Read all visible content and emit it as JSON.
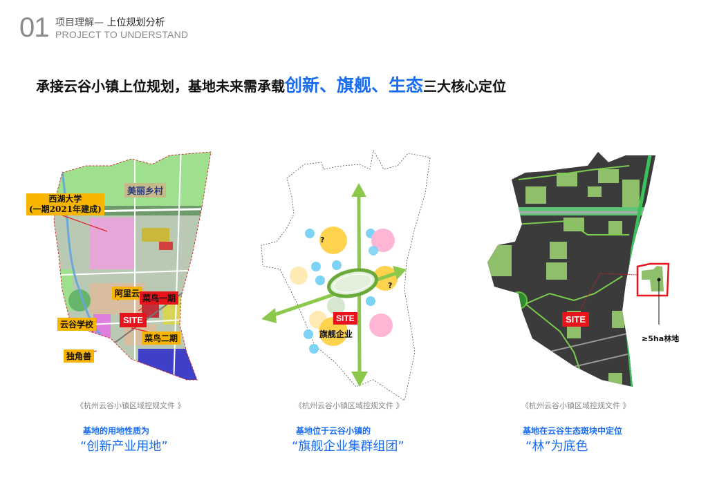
{
  "header": {
    "number": "01",
    "title_prefix": "项目理解—",
    "title_main": " 上位规划分析",
    "subtitle_en": "PROJECT TO UNDERSTAND"
  },
  "headline": {
    "part1": "承接云谷小镇上位规划，基地未来需承载",
    "highlight": "创新、旗舰、生态",
    "part2": "三大核心定位"
  },
  "colors": {
    "accent_blue": "#1a6cf0",
    "site_red": "#e8141c",
    "label_orange": "#f8b500",
    "arrow_green": "#8cc84b"
  },
  "panels": [
    {
      "id": "land-use",
      "caption": "《杭州云谷小镇区域控规文件 》",
      "sub_label": "基地的用地性质为",
      "big_label": "“创新产业用地”",
      "map_labels": {
        "village": "美丽乡村",
        "westlake_uni_line1": "西湖大学",
        "westlake_uni_line2": "(一期2021年建成)",
        "aliyun": "阿里云",
        "cainiao1": "菜鸟一期",
        "site": "SITE",
        "yungu_school": "云谷学校",
        "cainiao2": "菜鸟二期",
        "unicorn": "独角兽"
      }
    },
    {
      "id": "flagship",
      "caption": "《杭州云谷小镇区域控规文件 》",
      "sub_label": "基地位于云谷小镇的",
      "big_label": "“旗舰企业集群组团”",
      "map_labels": {
        "question_1": "?",
        "question_2": "?",
        "site": "SITE",
        "flagship": "旗舰企业"
      }
    },
    {
      "id": "ecology",
      "caption": "《杭州云谷小镇区域控规文件 》",
      "sub_label": "基地在云谷生态斑块中定位",
      "big_label": "“林”为底色",
      "map_labels": {
        "site": "SITE",
        "forest": "≥5ha林地"
      }
    }
  ]
}
